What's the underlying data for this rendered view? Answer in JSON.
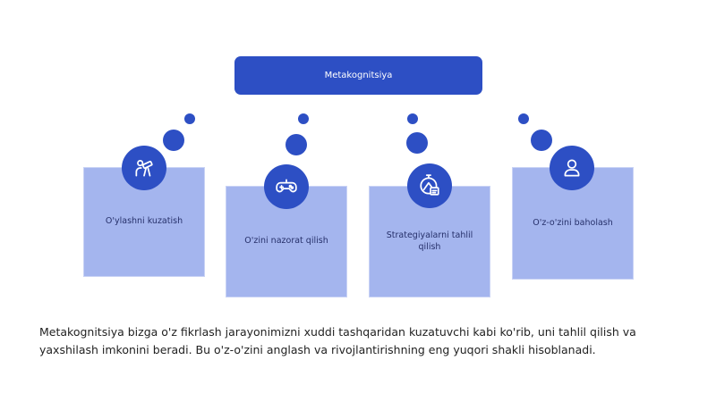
{
  "title": "Metakognitsiya",
  "cards": [
    {
      "label": "O'ylashni kuzatish",
      "icon": "telescope-icon"
    },
    {
      "label": "O'zini nazorat qilish",
      "icon": "gamepad-icon"
    },
    {
      "label": "Strategiyalarni tahlil qilish",
      "icon": "strategy-icon"
    },
    {
      "label": "O'z-o'zini baholash",
      "icon": "person-icon"
    }
  ],
  "description": "Metakognitsiya bizga o'z fikrlash jarayonimizni xuddi tashqaridan kuzatuvchi kabi ko'rib, uni tahlil qilish va yaxshilash imkonini beradi. Bu o'z-o'zini anglash va rivojlantirishning eng yuqori shakli hisoblanadi.",
  "colors": {
    "primary": "#2d4fc4",
    "card": "#a4b5ee"
  }
}
